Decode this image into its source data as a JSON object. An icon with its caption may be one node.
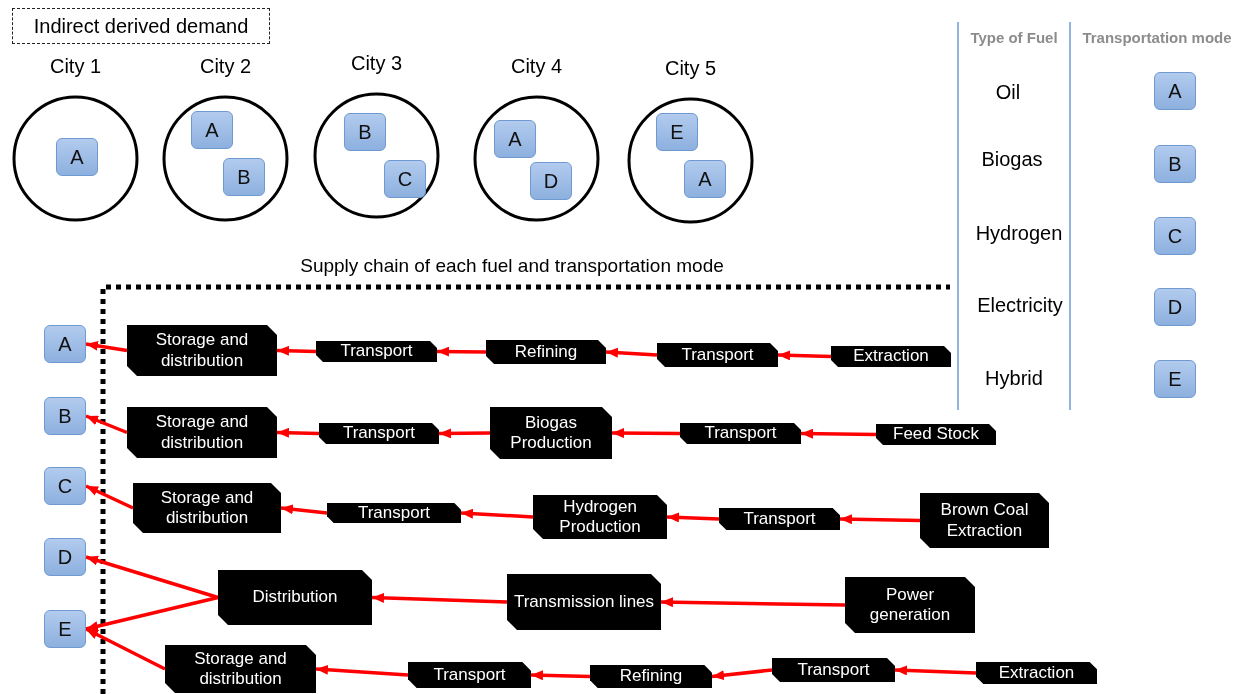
{
  "diagram": {
    "nodes": [
      {
        "text": [
          "Indirect derived demand"
        ]
      },
      {
        "text": [
          "City 1"
        ]
      },
      {
        "text": [
          "A"
        ],
        "in": 1
      },
      {
        "text": [
          "City 2"
        ]
      },
      {
        "text": [
          "A"
        ],
        "in": 3
      },
      {
        "text": [
          "B"
        ],
        "in": 3
      },
      {
        "text": [
          "City 3"
        ]
      },
      {
        "text": [
          "B"
        ],
        "in": 6
      },
      {
        "text": [
          "C"
        ],
        "in": 6
      },
      {
        "text": [
          "City 4"
        ]
      },
      {
        "text": [
          "A"
        ],
        "in": 9
      },
      {
        "text": [
          "D"
        ],
        "in": 9
      },
      {
        "text": [
          "City 5"
        ]
      },
      {
        "text": [
          "E"
        ],
        "in": 12
      },
      {
        "text": [
          "A"
        ],
        "in": 12
      },
      {
        "text": [
          "A"
        ]
      },
      {
        "text": [
          "B"
        ]
      },
      {
        "text": [
          "C"
        ]
      },
      {
        "text": [
          "D"
        ]
      },
      {
        "text": [
          "E"
        ]
      },
      {
        "text": [
          "Storage and distribution"
        ]
      },
      {
        "text": [
          "Transport"
        ]
      },
      {
        "text": [
          "Refining"
        ]
      },
      {
        "text": [
          "Transport"
        ]
      },
      {
        "text": [
          "Extraction"
        ]
      },
      {
        "text": [
          "Storage and distribution"
        ]
      },
      {
        "text": [
          "Transport"
        ]
      },
      {
        "text": [
          "Biogas Production"
        ]
      },
      {
        "text": [
          "Transport"
        ]
      },
      {
        "text": [
          "Feed Stock"
        ]
      },
      {
        "text": [
          "Storage and distribution"
        ]
      },
      {
        "text": [
          "Transport"
        ]
      },
      {
        "text": [
          "Hydrogen Production"
        ]
      },
      {
        "text": [
          "Transport"
        ]
      },
      {
        "text": [
          "Brown Coal Extraction"
        ]
      },
      {
        "text": [
          "Distribution"
        ]
      },
      {
        "text": [
          "Transmission lines"
        ]
      },
      {
        "text": [
          "Power generation"
        ]
      },
      {
        "text": [
          "Storage and distribution"
        ]
      },
      {
        "text": [
          "Transport"
        ]
      },
      {
        "text": [
          "Refining"
        ]
      },
      {
        "text": [
          "Transport"
        ]
      },
      {
        "text": [
          "Extraction"
        ]
      },
      {
        "text": [
          "A"
        ]
      },
      {
        "text": [
          "B"
        ]
      },
      {
        "text": [
          "C"
        ]
      },
      {
        "text": [
          "D"
        ]
      },
      {
        "text": [
          "E"
        ]
      }
    ],
    "edges": [
      {
        "from": 24,
        "to": 23,
        "arrow": "to"
      },
      {
        "from": 23,
        "to": 22,
        "arrow": "to"
      },
      {
        "from": 22,
        "to": 21,
        "arrow": "to"
      },
      {
        "from": 21,
        "to": 20,
        "arrow": "to"
      },
      {
        "from": 20,
        "to": 15,
        "arrow": "to"
      },
      {
        "from": 29,
        "to": 28,
        "arrow": "to"
      },
      {
        "from": 28,
        "to": 27,
        "arrow": "to"
      },
      {
        "from": 27,
        "to": 26,
        "arrow": "to"
      },
      {
        "from": 26,
        "to": 25,
        "arrow": "to"
      },
      {
        "from": 25,
        "to": 16,
        "arrow": "to"
      },
      {
        "from": 34,
        "to": 33,
        "arrow": "to"
      },
      {
        "from": 33,
        "to": 32,
        "arrow": "to"
      },
      {
        "from": 32,
        "to": 31,
        "arrow": "to"
      },
      {
        "from": 31,
        "to": 30,
        "arrow": "to"
      },
      {
        "from": 30,
        "to": 17,
        "arrow": "to"
      },
      {
        "from": 37,
        "to": 36,
        "arrow": "to"
      },
      {
        "from": 36,
        "to": 35,
        "arrow": "to"
      },
      {
        "from": 35,
        "to": 18,
        "arrow": "to"
      },
      {
        "from": 35,
        "to": 19,
        "arrow": "to"
      },
      {
        "from": 42,
        "to": 41,
        "arrow": "to"
      },
      {
        "from": 41,
        "to": 40,
        "arrow": "to"
      },
      {
        "from": 40,
        "to": 39,
        "arrow": "to"
      },
      {
        "from": 39,
        "to": 38,
        "arrow": "to"
      },
      {
        "from": 38,
        "to": 19,
        "arrow": "to"
      }
    ],
    "labels": [
      "Supply chain of each fuel and transportation mode",
      "Type of Fuel",
      "Transportation mode",
      "Oil",
      "Biogas",
      "Hydrogen",
      "Electricity",
      "Hybrid"
    ]
  }
}
